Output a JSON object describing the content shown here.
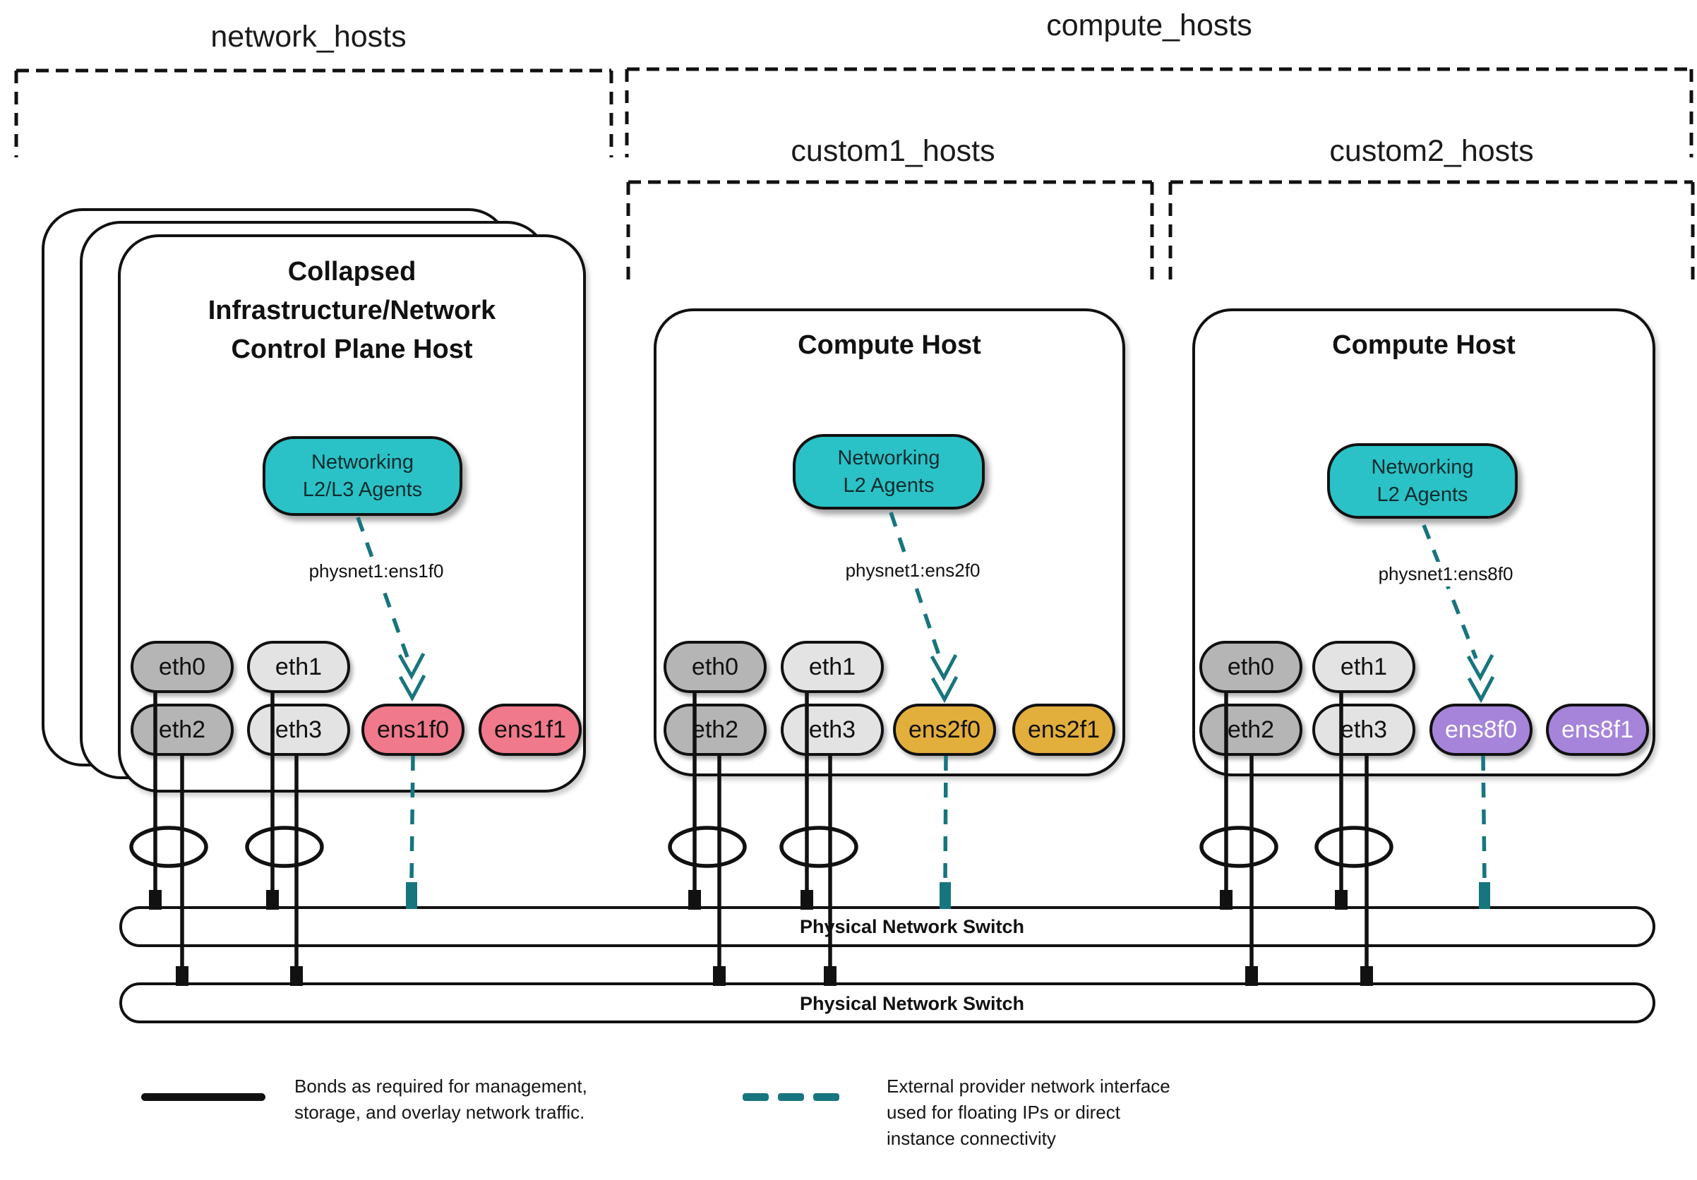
{
  "colors": {
    "teal_fill": "#2ac2c6",
    "teal_dark": "#17757e",
    "pink": "#f0798b",
    "gold": "#e2ae3c",
    "purple": "#a684da",
    "gray_dark": "#b5b5b5",
    "gray_light": "#e3e3e3",
    "line_black": "#111111"
  },
  "groups": {
    "network_hosts": "network_hosts",
    "compute_hosts": "compute_hosts",
    "custom1_hosts": "custom1_hosts",
    "custom2_hosts": "custom2_hosts"
  },
  "hosts": [
    {
      "title_lines": [
        "Collapsed",
        "Infrastructure/Network",
        "Control Plane Host"
      ],
      "agent_lines": [
        "Networking",
        "L2/L3 Agents"
      ],
      "physnet_label": "physnet1:ens1f0",
      "interfaces": [
        {
          "label": "eth0",
          "color": "gray_dark"
        },
        {
          "label": "eth1",
          "color": "gray_light"
        },
        {
          "label": "eth2",
          "color": "gray_dark"
        },
        {
          "label": "eth3",
          "color": "gray_light"
        },
        {
          "label": "ens1f0",
          "color": "pink"
        },
        {
          "label": "ens1f1",
          "color": "pink"
        }
      ]
    },
    {
      "title_lines": [
        "Compute Host"
      ],
      "agent_lines": [
        "Networking",
        "L2 Agents"
      ],
      "physnet_label": "physnet1:ens2f0",
      "interfaces": [
        {
          "label": "eth0",
          "color": "gray_dark"
        },
        {
          "label": "eth1",
          "color": "gray_light"
        },
        {
          "label": "eth2",
          "color": "gray_dark"
        },
        {
          "label": "eth3",
          "color": "gray_light"
        },
        {
          "label": "ens2f0",
          "color": "gold"
        },
        {
          "label": "ens2f1",
          "color": "gold"
        }
      ]
    },
    {
      "title_lines": [
        "Compute Host"
      ],
      "agent_lines": [
        "Networking",
        "L2 Agents"
      ],
      "physnet_label": "physnet1:ens8f0",
      "interfaces": [
        {
          "label": "eth0",
          "color": "gray_dark"
        },
        {
          "label": "eth1",
          "color": "gray_light"
        },
        {
          "label": "eth2",
          "color": "gray_dark"
        },
        {
          "label": "eth3",
          "color": "gray_light"
        },
        {
          "label": "ens8f0",
          "color": "purple"
        },
        {
          "label": "ens8f1",
          "color": "purple"
        }
      ]
    }
  ],
  "switches": [
    {
      "label": "Physical Network Switch"
    },
    {
      "label": "Physical Network Switch"
    }
  ],
  "legend": {
    "bond_lines": [
      "Bonds as required for management,",
      "storage, and overlay network traffic."
    ],
    "external_lines": [
      "External provider network interface",
      "used for floating IPs or direct",
      "instance connectivity"
    ]
  }
}
